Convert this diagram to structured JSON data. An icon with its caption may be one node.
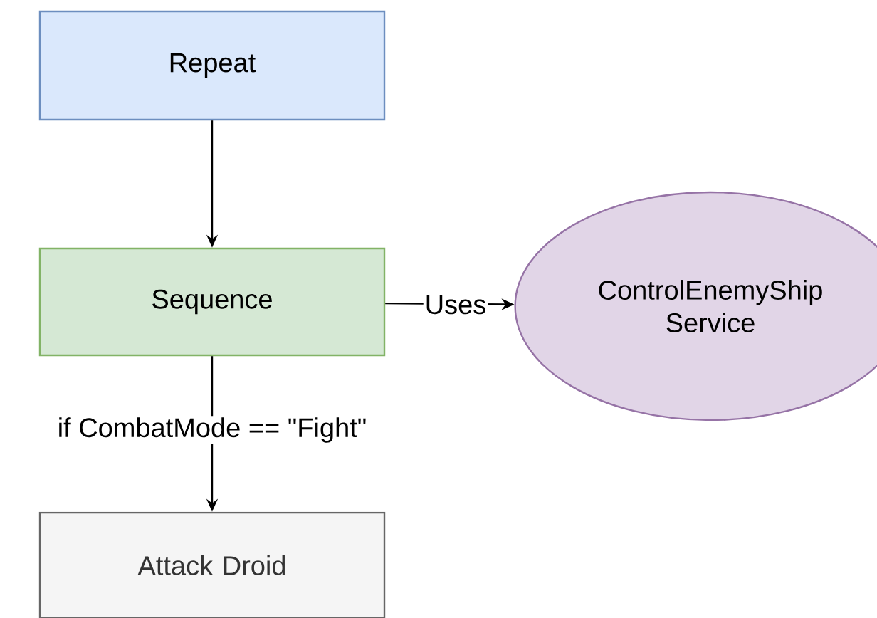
{
  "diagram": {
    "nodes": [
      {
        "text": [
          "Repeat"
        ]
      },
      {
        "text": [
          "Sequence"
        ]
      },
      {
        "text": [
          "ControlEnemyShip Service"
        ]
      },
      {
        "text": [
          "Attack Droid"
        ]
      }
    ],
    "edges": [
      {
        "from": 0,
        "to": 1,
        "arrow": "to"
      },
      {
        "from": 1,
        "to": 2,
        "arrow": "to",
        "label": "Uses"
      },
      {
        "from": 1,
        "to": 3,
        "arrow": "to",
        "label": "if CombatMode == \"Fight\""
      }
    ]
  }
}
